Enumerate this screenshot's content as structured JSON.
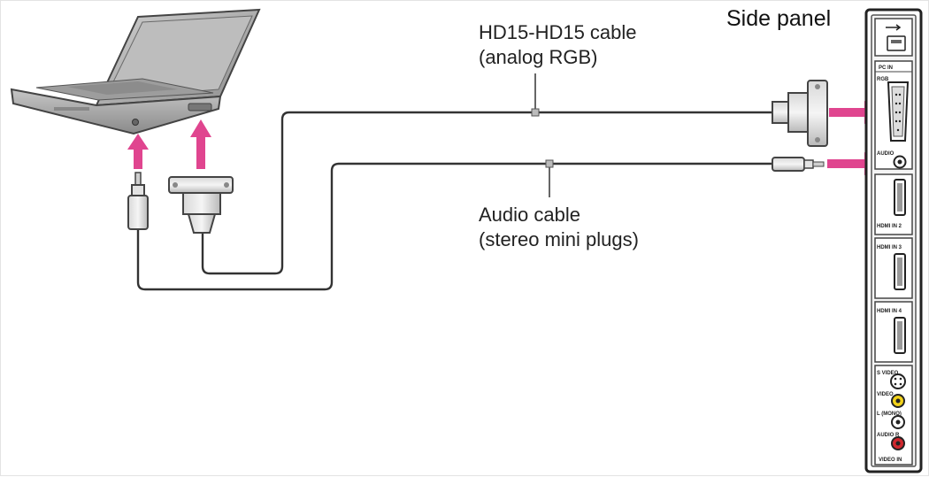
{
  "side_panel_label": "Side panel",
  "vga_cable": {
    "line1": "HD15-HD15 cable",
    "line2": "(analog RGB)"
  },
  "audio_cable": {
    "line1": "Audio cable",
    "line2": "(stereo mini plugs)"
  },
  "panel_ports": {
    "pc_in": "PC IN",
    "rgb": "RGB",
    "audio": "AUDIO",
    "hdmi_1": "HDMI IN 2",
    "hdmi_2": "HDMI IN 3",
    "hdmi_3": "HDMI IN 4",
    "s_video": "S VIDEO",
    "video": "VIDEO",
    "mono": "L (MONO)",
    "audio_lr": "AUDIO R",
    "video_in": "VIDEO IN"
  },
  "colors": {
    "arrow": "#e0458f",
    "line": "#333333",
    "laptop": "#a9a9a9",
    "yellow_jack": "#f2d21b",
    "red_jack": "#d0282e"
  }
}
